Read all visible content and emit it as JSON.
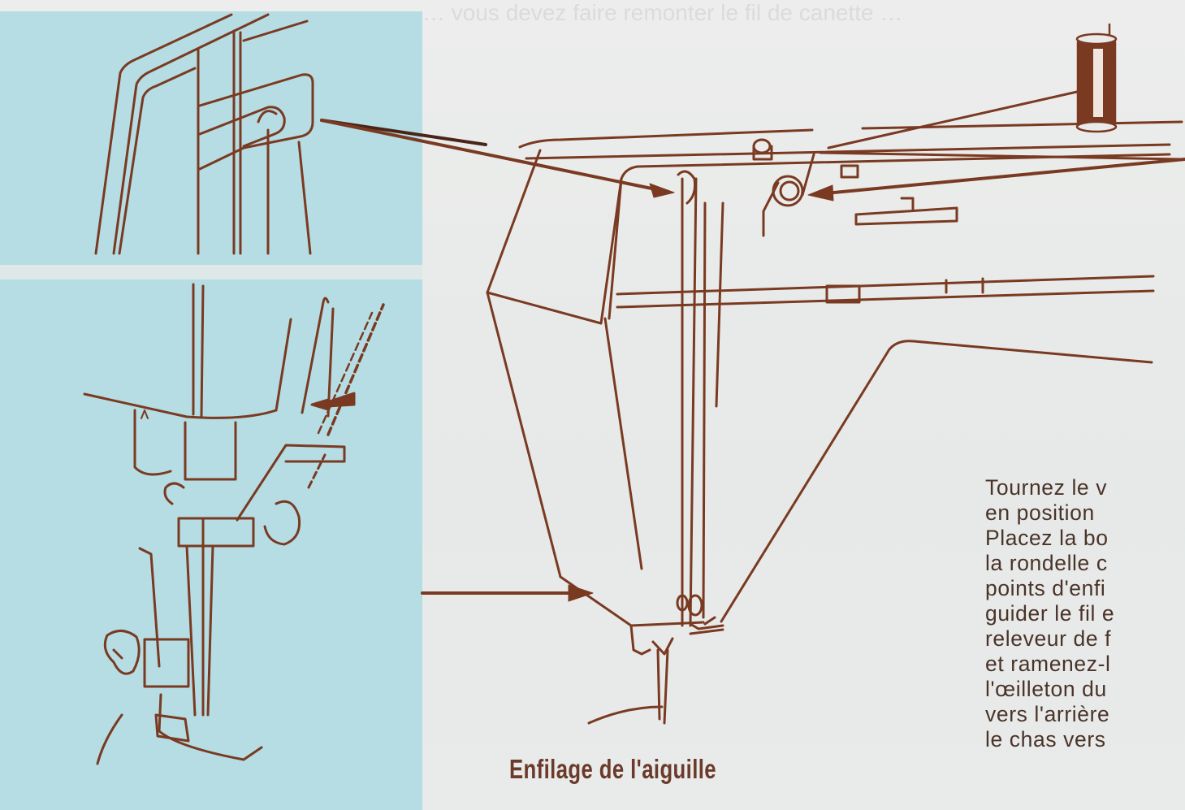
{
  "document": {
    "type": "sewing machine manual page (scan)",
    "bleed_text_top": "… vous devez faire remonter le fil de canette …",
    "figure": {
      "caption": "Enfilage de l'aiguille",
      "insets": [
        {
          "name": "thread-guide-detail",
          "description": "Close-up of upper thread guide on head"
        },
        {
          "name": "needle-threading-detail",
          "description": "Close-up of needle bar thread guide and presser foot"
        }
      ],
      "callout_arrows": 4
    },
    "body_text_lines": [
      "Tournez le v",
      "en  position",
      "Placez la bo",
      "la rondelle c",
      "points  d'enfi",
      "guider le fil e",
      "releveur de f",
      "et  ramenez-l",
      "l'œilleton du",
      "vers l'arrière",
      "le chas  vers"
    ]
  },
  "colors": {
    "ink": "#7a3a22",
    "ink_dark": "#5a2a18",
    "panel_blue": "#b5dde3",
    "paper": "#e9ebea",
    "text": "#4a3328"
  }
}
